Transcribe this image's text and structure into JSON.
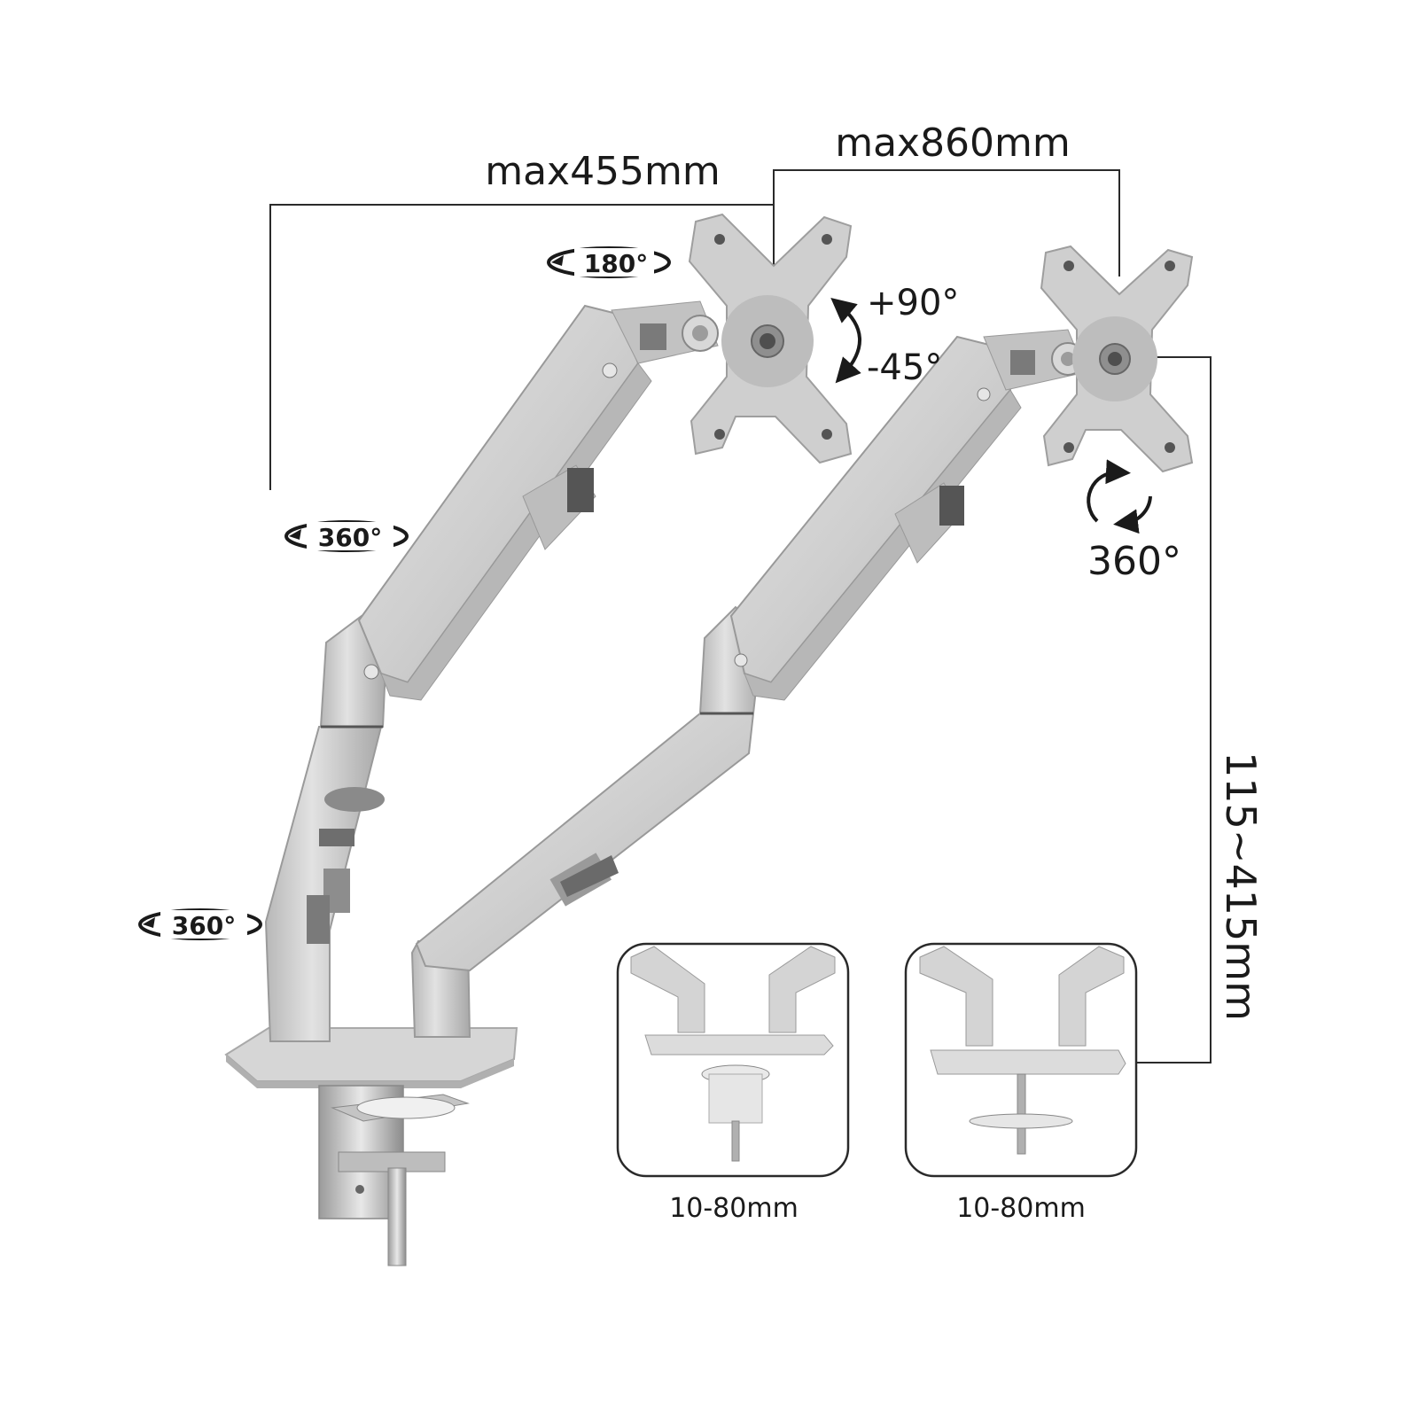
{
  "labels": {
    "arm_reach": "max455mm",
    "total_span": "max860mm",
    "tilt_up": "+90°",
    "tilt_down": "-45°",
    "vesa_rotation": "360°",
    "height_range": "115~415mm",
    "clamp_range": "10-80mm",
    "grommet_range": "10-80mm"
  },
  "rotations": {
    "head_swivel": "180°",
    "elbow_swivel": "360°",
    "base_swivel": "360°"
  },
  "colors": {
    "arm": "#c9c9c9",
    "arm_light": "#dcdcdc",
    "arm_dark": "#9e9e9e",
    "line": "#2a2a2a",
    "text": "#1a1a1a"
  }
}
